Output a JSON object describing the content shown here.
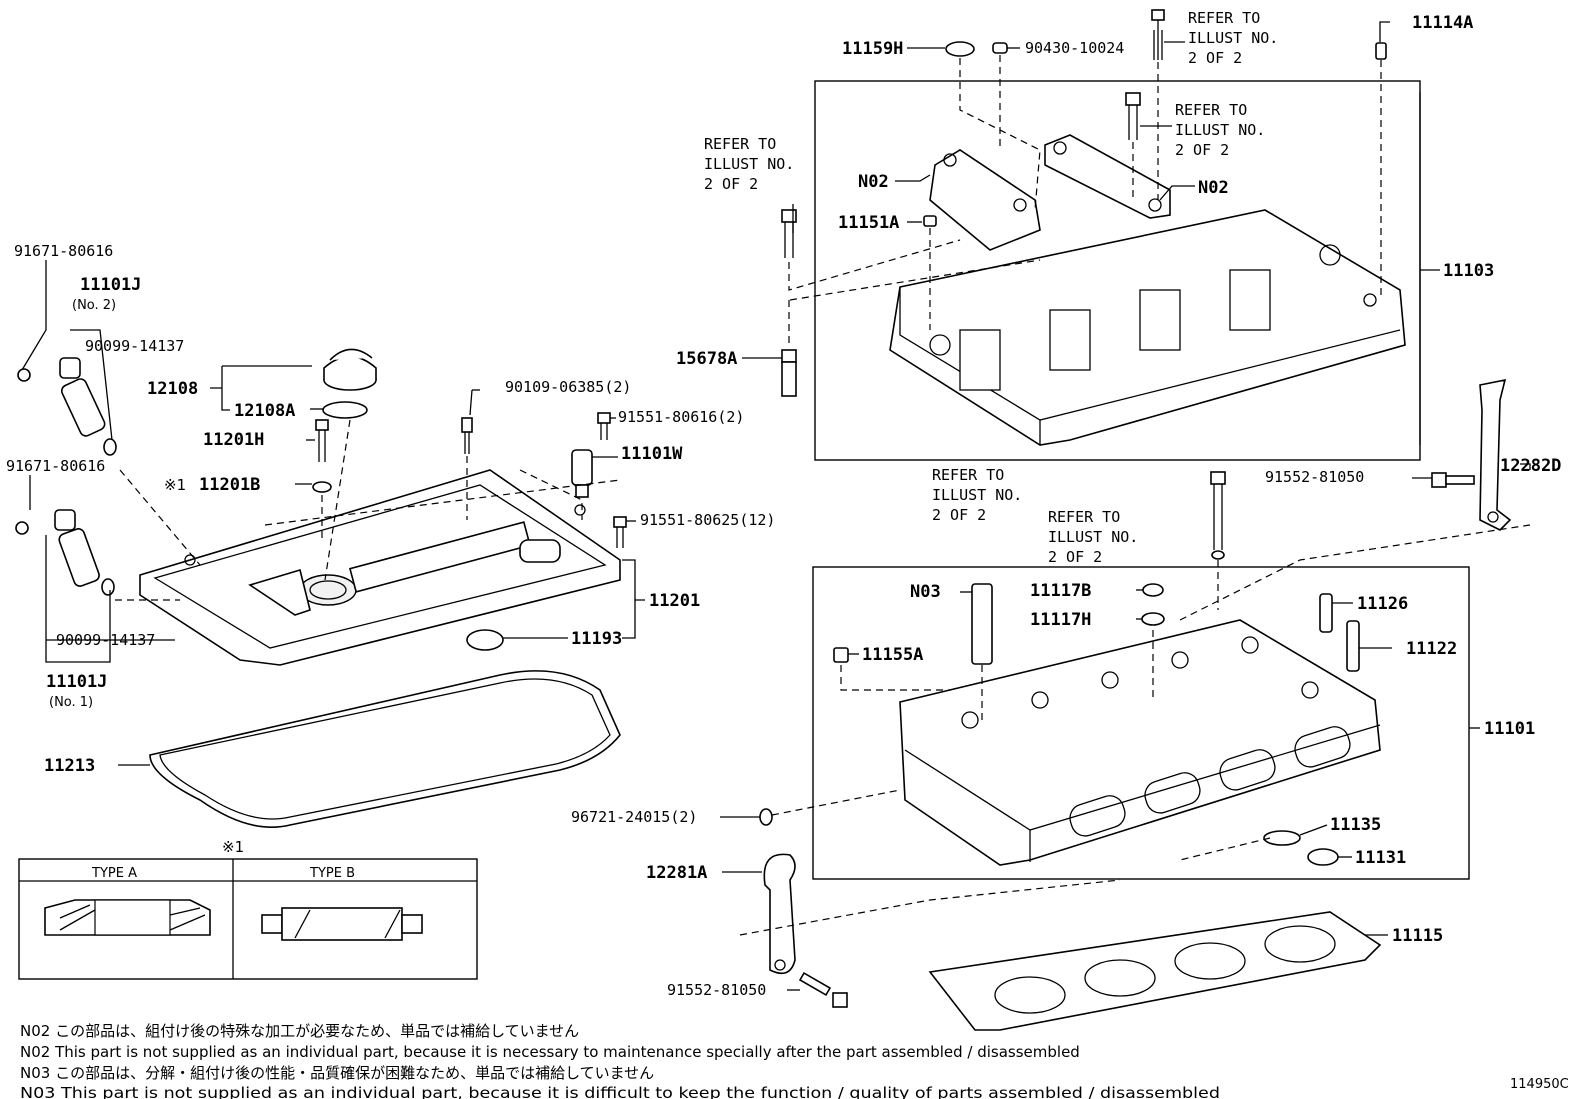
{
  "labels": {
    "p11159H": "11159H",
    "p90430": "90430-10024",
    "p11114A": "11114A",
    "refer_top": [
      "REFER TO",
      "ILLUST NO.",
      "2 OF 2"
    ],
    "refer_mid": [
      "REFER TO",
      "ILLUST NO.",
      "2 OF 2"
    ],
    "refer_left": [
      "REFER TO",
      "ILLUST NO.",
      "2 OF 2"
    ],
    "refer_head1": [
      "REFER TO",
      "ILLUST NO.",
      "2 OF 2"
    ],
    "refer_head2": [
      "REFER TO",
      "ILLUST NO.",
      "2 OF 2"
    ],
    "pN02a": "N02",
    "pN02b": "N02",
    "p11151A": "11151A",
    "p11103": "11103",
    "p15678A": "15678A",
    "p91671a": "91671-80616",
    "p11101J2": "11101J",
    "no2": "(No. 2)",
    "p90099a": "90099-14137",
    "p12108": "12108",
    "p12108A": "12108A",
    "p90109": "90109-06385(2)",
    "p91551a": "91551-80616(2)",
    "p11201H": "11201H",
    "p11101W": "11101W",
    "mark1": "※1",
    "p11201B": "11201B",
    "p91671b": "91671-80616",
    "p91551b": "91551-80625(12)",
    "p11201": "11201",
    "p11193": "11193",
    "p90099b": "90099-14137",
    "p11101J1": "11101J",
    "no1": "(No. 1)",
    "p11213": "11213",
    "p91552a": "91552-81050",
    "p12282D": "12282D",
    "pN03": "N03",
    "p11117B": "11117B",
    "p11117H": "11117H",
    "p11126": "11126",
    "p11155A": "11155A",
    "p11122": "11122",
    "p11101": "11101",
    "p96721": "96721-24015(2)",
    "p11135": "11135",
    "p11131": "11131",
    "p12281A": "12281A",
    "p11115": "11115",
    "p91552b": "91552-81050"
  },
  "legend": {
    "mark": "※1",
    "type_a": "TYPE A",
    "type_b": "TYPE B"
  },
  "notes": [
    "N02  この部品は、組付け後の特殊な加工が必要なため、単品では補給していません",
    "N02  This part is not supplied as an individual part, because it is necessary to maintenance specially after the part assembled / disassembled",
    "N03  この部品は、分解・組付け後の性能・品質確保が困難なため、単品では補給していません",
    "N03  This part is not supplied as an individual part, because it is difficult to keep the function / quality of parts  assembled / disassembled"
  ],
  "illustration_id": "114950C"
}
